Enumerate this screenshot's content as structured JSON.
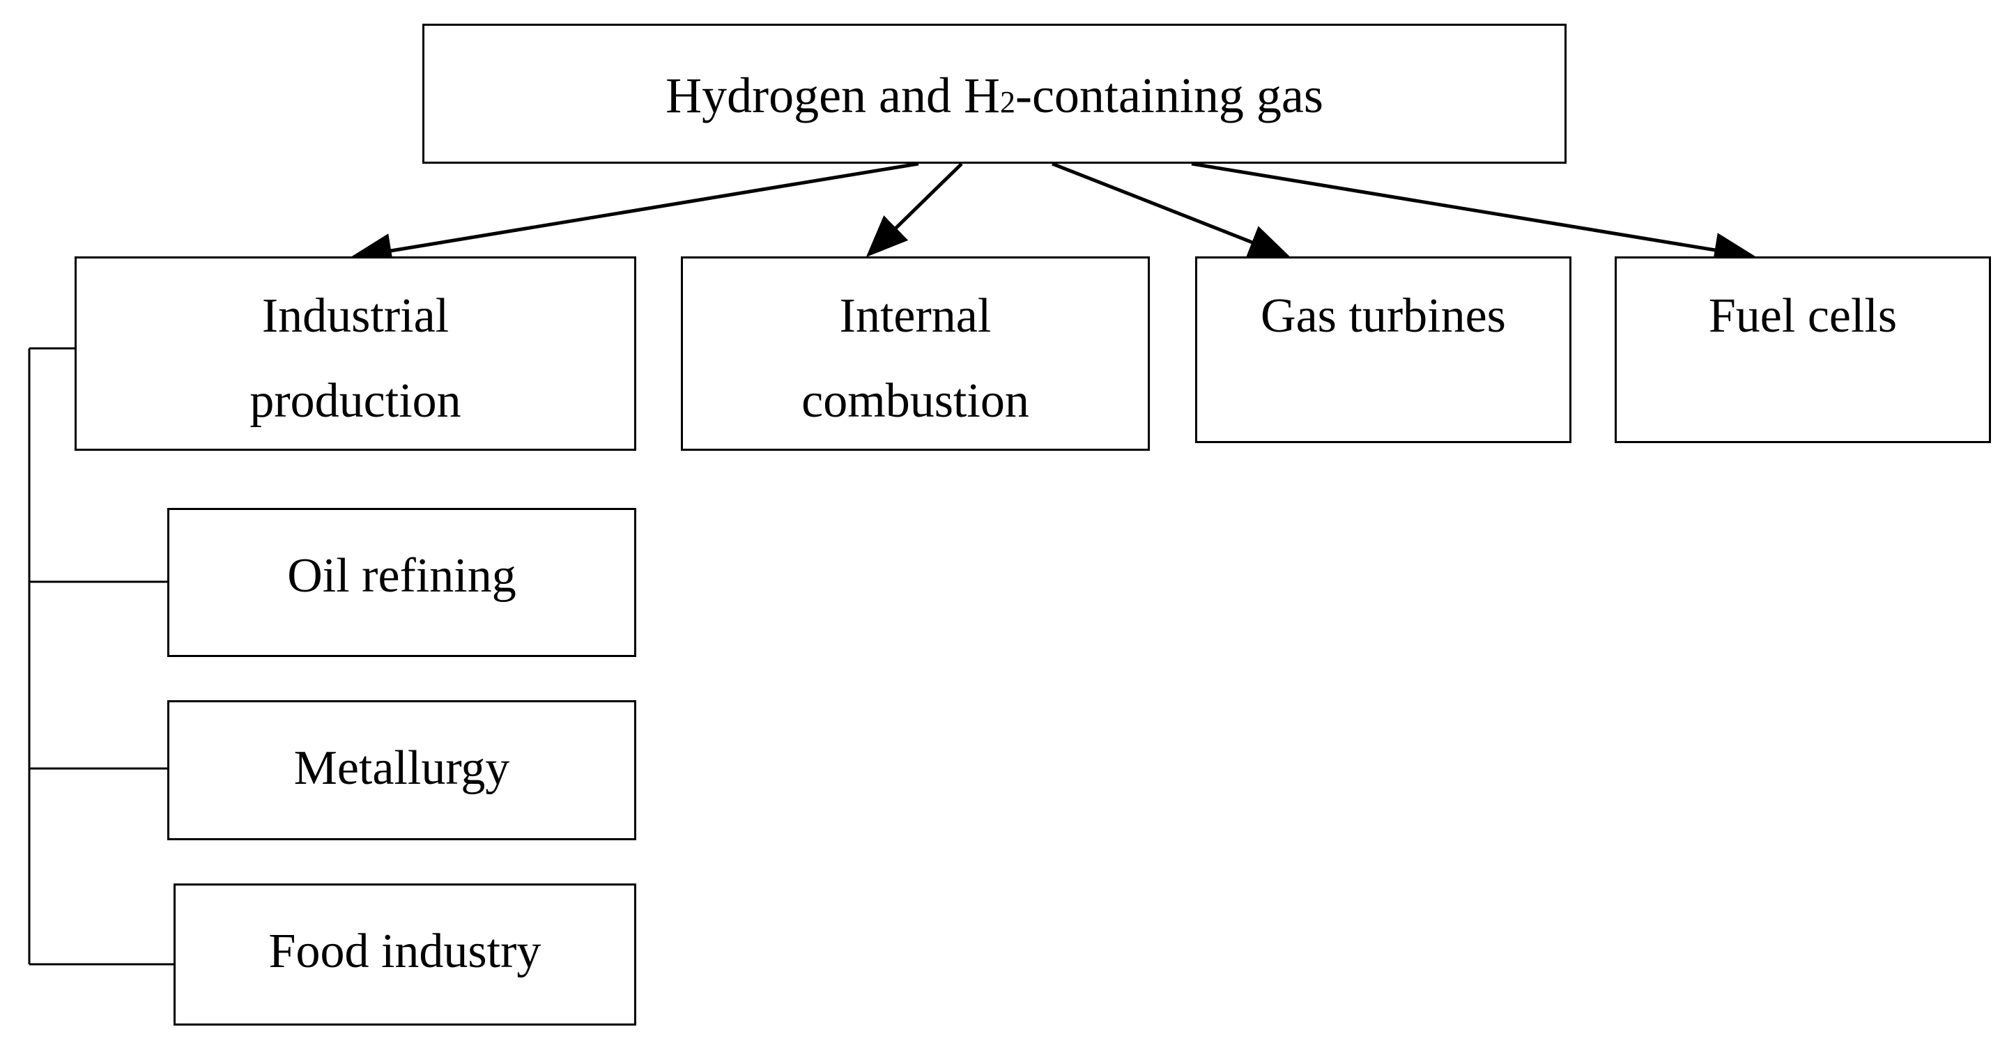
{
  "diagram": {
    "root": {
      "label_main": "Hydrogen and H",
      "label_sub": "2",
      "label_rest": "-containing gas"
    },
    "applications": [
      {
        "line1": "Industrial",
        "line2": "production"
      },
      {
        "line1": "Internal",
        "line2": "combustion"
      },
      {
        "line1": "Gas turbines",
        "line2": ""
      },
      {
        "line1": "Fuel cells",
        "line2": ""
      }
    ],
    "industrial_branches": [
      {
        "label": "Oil refining"
      },
      {
        "label": "Metallurgy"
      },
      {
        "label": "Food industry"
      }
    ]
  }
}
